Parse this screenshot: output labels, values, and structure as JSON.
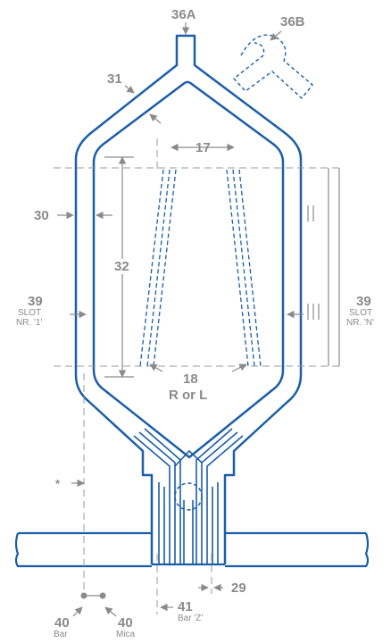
{
  "labels": {
    "l36a": "36A",
    "l36b": "36B",
    "l31": "31",
    "l17": "17",
    "l30": "30",
    "l32": "32",
    "l39_left": "39",
    "slot_left_1": "SLOT",
    "slot_left_2": "NR. '1'",
    "l39_right": "39",
    "slot_right_1": "SLOT",
    "slot_right_2": "NR. 'N'",
    "l18": "18",
    "r_or_l": "R or L",
    "star": "*",
    "l29": "29",
    "l41": "41",
    "bar_z": "Bar 'Z'",
    "l40_left": "40",
    "bar": "Bar",
    "l40_right": "40",
    "mica": "Mica"
  },
  "colors": {
    "line_blue": "#1a5ea8",
    "label_gray": "#8a8a8a",
    "guide_gray": "#9a9a9a"
  }
}
